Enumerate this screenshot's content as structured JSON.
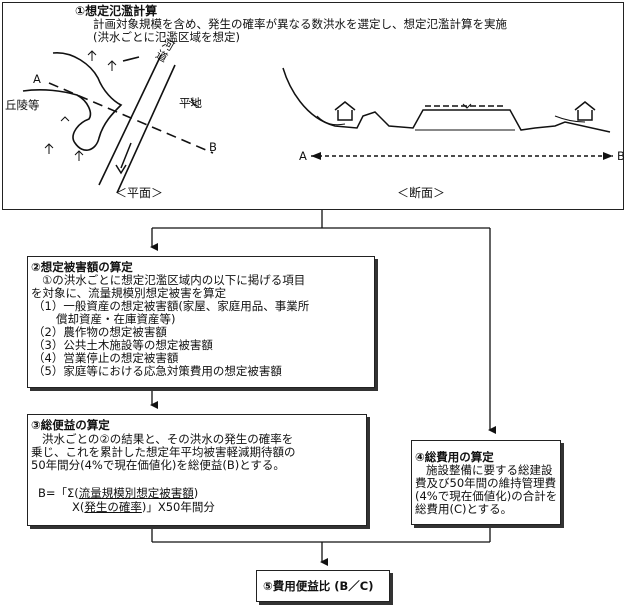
{
  "step1": {
    "title": "①想定氾濫計算",
    "line1": "計画対象規模を含め、発生の確率が異なる数洪水を選定し、想定氾濫計算を実施",
    "line2": "(洪水ごとに氾濫区域を想定)",
    "plan": {
      "label_A": "A",
      "label_B": "B",
      "hills": "丘陵等",
      "river": "河道",
      "plain": "平地",
      "caption": "＜平面＞"
    },
    "section": {
      "label_A": "A",
      "label_B": "B",
      "caption": "＜断面＞"
    }
  },
  "step2": {
    "title": "②想定被害額の算定",
    "lines": [
      "①の洪水ごとに想定氾濫区域内の以下に掲げる項目",
      "を対象に、流量規模別想定被害を算定",
      "（1）一般資産の想定被害額(家屋、家庭用品、事業所",
      "償却資産・在庫資産等)",
      "（2）農作物の想定被害額",
      "（3）公共土木施設等の想定被害額",
      "（4）営業停止の想定被害額",
      "（5）家庭等における応急対策費用の想定被害額"
    ]
  },
  "step3": {
    "title": "③総便益の算定",
    "lines": [
      "洪水ごとの②の結果と、その洪水の発生の確率を",
      "乗じ、これを累計した想定年平均被害軽減期待額の",
      "50年間分(4%で現在価値化)を総便益(B)とする。"
    ],
    "formula1_prefix": "B=「Σ(",
    "formula1_term": "流量規模別想定被害額",
    "formula1_suffix": ")",
    "formula2_prefix": "X(",
    "formula2_term": "発生の確率",
    "formula2_suffix": ")」X50年間分"
  },
  "step4": {
    "title": "④総費用の算定",
    "lines": [
      "施設整備に要する総建設",
      "費及び50年間の維持管理費",
      "(4%で現在価値化)の合計を",
      "総費用(C)とする。"
    ]
  },
  "step5": {
    "label": "⑤費用便益比 (B／C)"
  }
}
